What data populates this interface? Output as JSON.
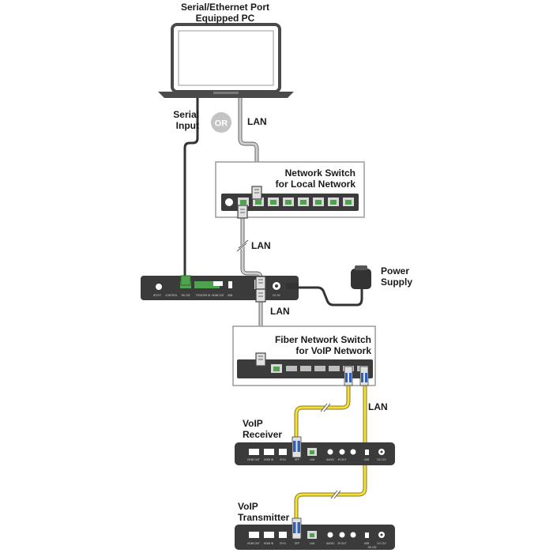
{
  "pc": {
    "line1": "Serial/Ethernet Port",
    "line2": "Equipped PC"
  },
  "serial_input": {
    "line1": "Serial",
    "line2": "Input"
  },
  "or_badge": "OR",
  "lan_labels": [
    "LAN",
    "LAN",
    "LAN",
    "LAN"
  ],
  "network_switch": {
    "line1": "Network Switch",
    "line2": "for Local Network"
  },
  "power_supply": {
    "line1": "Power",
    "line2": "Supply"
  },
  "controller_ports": [
    "IR EXT",
    "CONTROL",
    "RS-232",
    "TRIGGER IN",
    "HDMI OUT",
    "USB",
    "LAN",
    "DC 5V"
  ],
  "fiber_switch": {
    "line1": "Fiber Network Switch",
    "line2": "for VoIP Network"
  },
  "voip_receiver": {
    "line1": "VoIP",
    "line2": "Receiver"
  },
  "voip_transmitter": {
    "line1": "VoIP",
    "line2": "Transmitter"
  },
  "voip_ports": [
    "HDMI OUT",
    "HDMI IN",
    "IR IN",
    "SFP",
    "LAN",
    "AUDIO",
    "IR OUT",
    "USB",
    "RS-232",
    "DC 12V"
  ],
  "colors": {
    "cable_dark": "#333333",
    "cable_gray": "#999999",
    "fiber_yellow": "#f2de3c",
    "fiber_connector": "#2f62b6",
    "port_green": "#4fa34f",
    "device_dark": "#3b3b3b"
  }
}
